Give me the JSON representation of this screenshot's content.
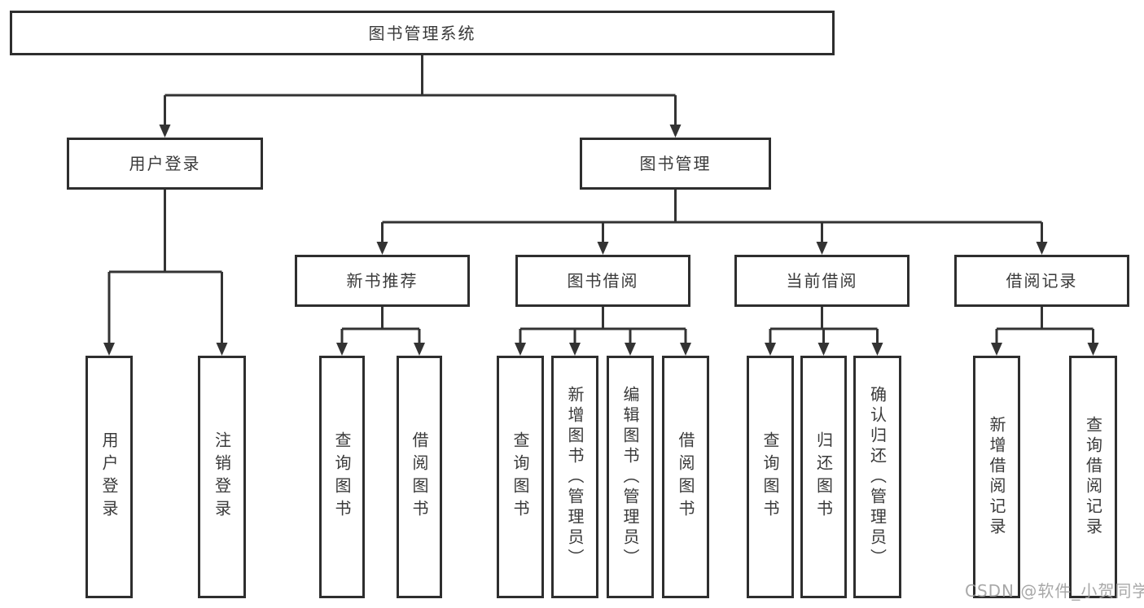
{
  "diagram": {
    "title": "图书管理系统",
    "colors": {
      "line": "#333333",
      "border": "#2e2e2e",
      "text": "#3a3a3a",
      "background": "#ffffff",
      "watermark": "#9e9e9e"
    },
    "nodes": {
      "root": "图书管理系统",
      "user_login": "用户登录",
      "book_mgmt": "图书管理",
      "new_book_rec": "新书推荐",
      "book_borrow": "图书借阅",
      "current_borrow": "当前借阅",
      "borrow_records": "借阅记录",
      "leaf_user_login": "用户登录",
      "leaf_logout": "注销登录",
      "leaf_query_book_rec": "查询图书",
      "leaf_borrow_book_rec": "借阅图书",
      "leaf_query_book_borrow": "查询图书",
      "leaf_add_book_admin": "新增图书（管理员）",
      "leaf_edit_book_admin": "编辑图书（管理员）",
      "leaf_borrow_book_borrow": "借阅图书",
      "leaf_query_book_current": "查询图书",
      "leaf_return_book": "归还图书",
      "leaf_confirm_return_admin": "确认归还（管理员）",
      "leaf_add_borrow_record": "新增借阅记录",
      "leaf_query_borrow_record": "查询借阅记录"
    }
  },
  "watermark": {
    "text": "CSDN @软件_小贺同学"
  }
}
